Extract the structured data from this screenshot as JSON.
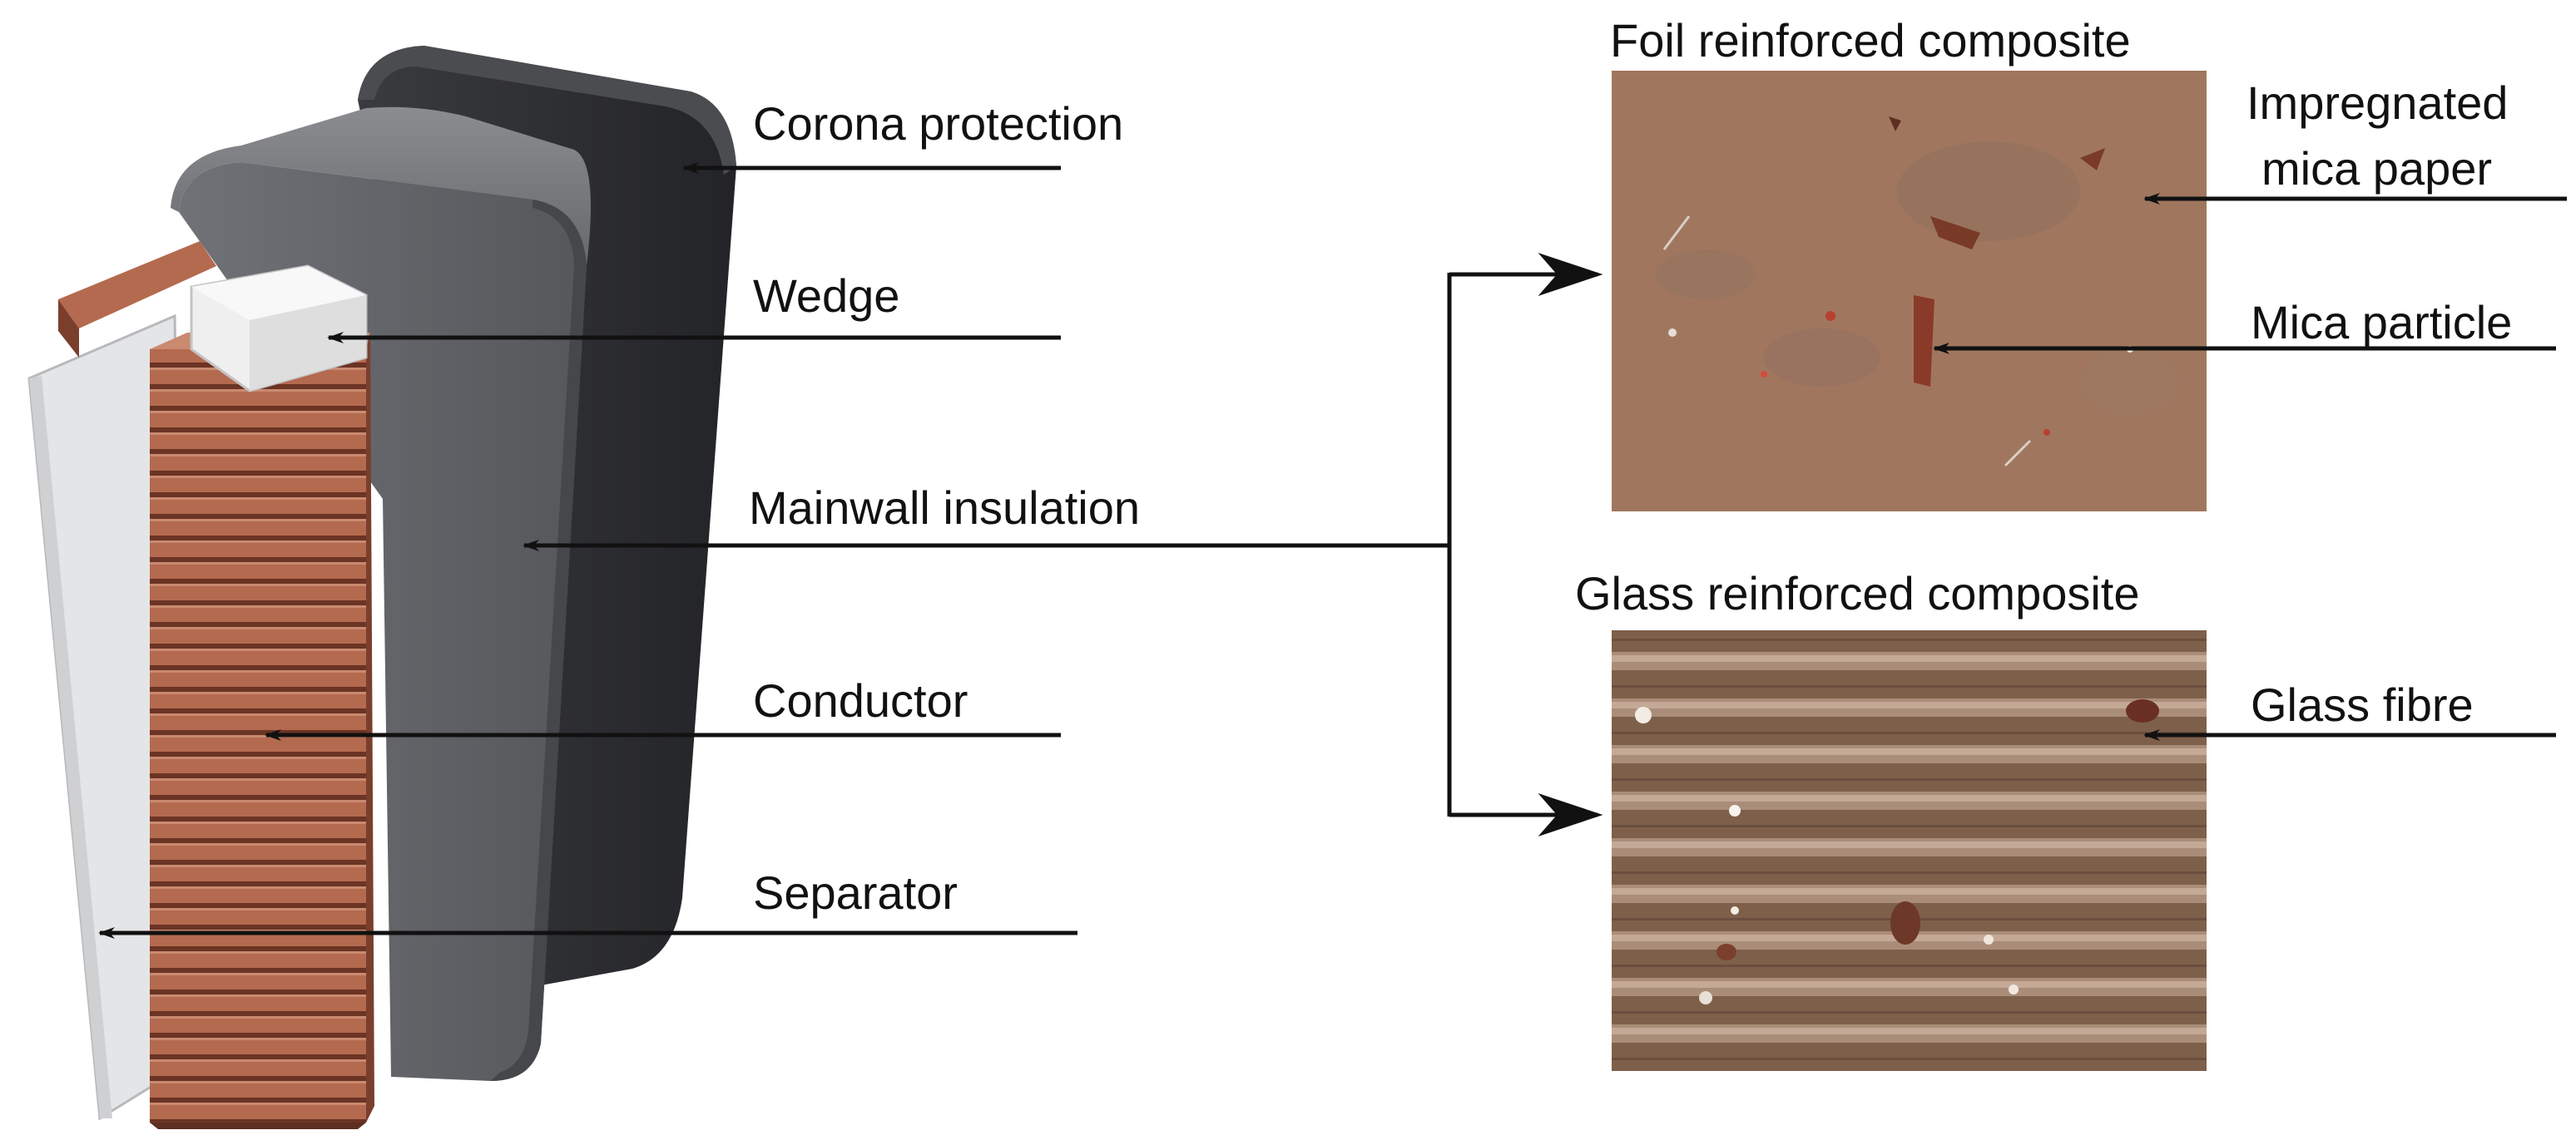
{
  "labels": {
    "corona": "Corona protection",
    "wedge": "Wedge",
    "mainwall": "Mainwall insulation",
    "conductor": "Conductor",
    "separator": "Separator",
    "impregnated_line1": "Impregnated",
    "impregnated_line2": "mica paper",
    "mica_particle": "Mica particle",
    "glass_fibre": "Glass fibre"
  },
  "panels": {
    "foil_title": "Foil reinforced composite",
    "glass_title": "Glass reinforced composite"
  },
  "colors": {
    "ink": "#111111",
    "copper": "#b46a4f",
    "copper_dark": "#7a3f2c",
    "mainwall": "#5d5f63",
    "corona": "#2c2d30",
    "separator": "#e4e5e7",
    "wedge": "#ededed",
    "foil_bg": "#a47a60",
    "glass_bg": "#8a6a50"
  }
}
